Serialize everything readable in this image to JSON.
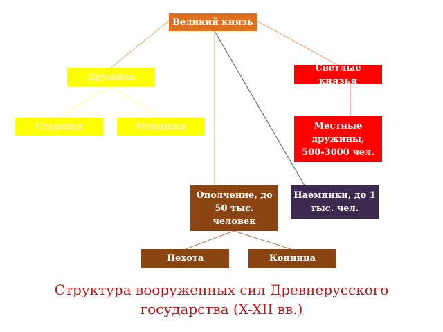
{
  "colors": {
    "grand_prince": "#e0701d",
    "druzhina": "#ffff00",
    "princes": "#ff0000",
    "militia": "#8b4513",
    "mercenaries": "#3d2b4f",
    "caption": "#c0161b"
  },
  "nodes": {
    "grand_prince": "Великий князь",
    "druzhina": "Дружина",
    "senior": "Старшая",
    "junior": "Младшая",
    "bright_princes": "Светлые князья",
    "local_druzhinas": "Местные\nдружины,\n500-3000 чел.",
    "militia": "Ополчение, до\n50 тыс. человек",
    "mercenaries": "Наемники, до 1\nтыс. чел.",
    "infantry": "Пехота",
    "cavalry": "Конница"
  },
  "caption": "Структура вооруженных сил Древнерусского\nгосударства (X-XII вв.)"
}
